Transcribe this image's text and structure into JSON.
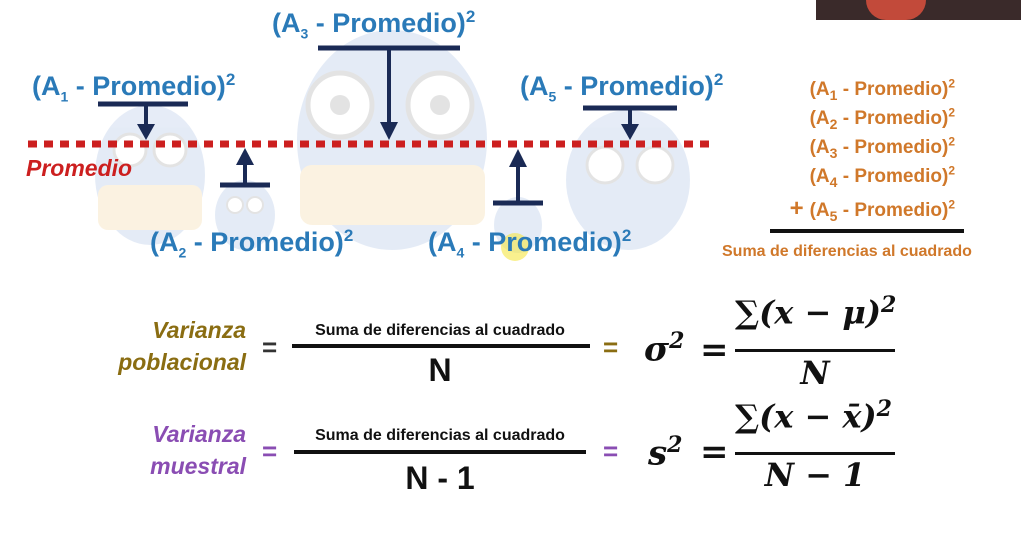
{
  "labels": {
    "a1": {
      "pre": "(A",
      "sub": "1",
      "mid": " - Promedio)",
      "sup": "2"
    },
    "a2": {
      "pre": "(A",
      "sub": "2",
      "mid": " - Promedio)",
      "sup": "2"
    },
    "a3": {
      "pre": "(A",
      "sub": "3",
      "mid": " - Promedio)",
      "sup": "2"
    },
    "a4": {
      "pre": "(A",
      "sub": "4",
      "mid": " - Promedio)",
      "sup": "2"
    },
    "a5": {
      "pre": "(A",
      "sub": "5",
      "mid": " - Promedio)",
      "sup": "2"
    },
    "promedio": "Promedio"
  },
  "sum_list": {
    "items": [
      {
        "pre": "(A",
        "sub": "1",
        "mid": " - Promedio)",
        "sup": "2"
      },
      {
        "pre": "(A",
        "sub": "2",
        "mid": " - Promedio)",
        "sup": "2"
      },
      {
        "pre": "(A",
        "sub": "3",
        "mid": " - Promedio)",
        "sup": "2"
      },
      {
        "pre": "(A",
        "sub": "4",
        "mid": " - Promedio)",
        "sup": "2"
      },
      {
        "pre": "(A",
        "sub": "5",
        "mid": " - Promedio)",
        "sup": "2"
      }
    ],
    "plus": "+",
    "total": "Suma de diferencias al cuadrado"
  },
  "equations": {
    "poblacional": {
      "label_line1": "Varianza",
      "label_line2": "poblacional",
      "eq": "=",
      "numerator": "Suma de diferencias al cuadrado",
      "denominator": "N",
      "eq2": "=",
      "formula_lhs": "σ",
      "formula_exp": "2",
      "formula_eq": "=",
      "formula_num": "∑(x − μ)",
      "formula_num_exp": "2",
      "formula_den": "N"
    },
    "muestral": {
      "label_line1": "Varianza",
      "label_line2": "muestral",
      "eq": "=",
      "numerator": "Suma de diferencias al cuadrado",
      "denominator": "N - 1",
      "eq2": "=",
      "formula_lhs": "s",
      "formula_exp": "2",
      "formula_eq": "=",
      "formula_num": "∑(x − x̄)",
      "formula_num_exp": "2",
      "formula_den": "N − 1"
    }
  },
  "colors": {
    "blue": "#2a7ab8",
    "orange": "#d0782a",
    "red": "#cc1f1f",
    "gold": "#8a6d12",
    "purple": "#8a4db3",
    "navy": "#1a2a55"
  }
}
